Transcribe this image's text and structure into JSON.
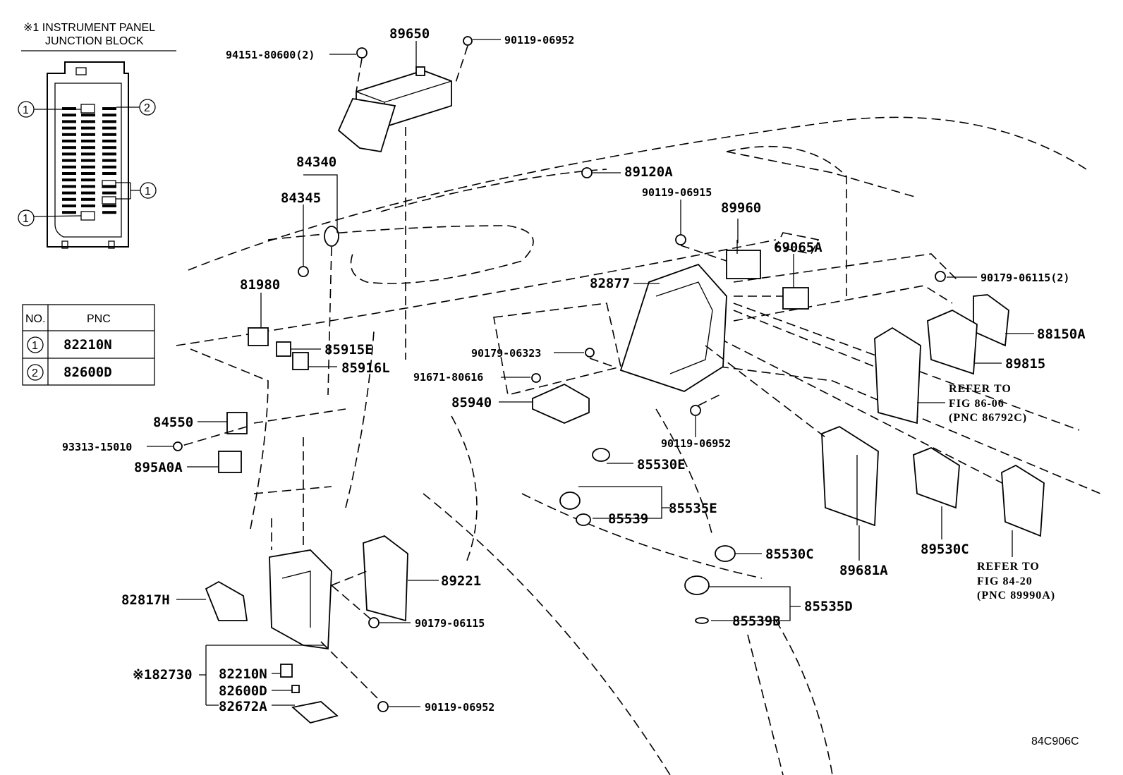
{
  "junction_block": {
    "title_line1": "※1 INSTRUMENT PANEL",
    "title_line2": "JUNCTION BLOCK",
    "callout_1": "1",
    "callout_2": "2"
  },
  "pnc_table": {
    "header_no": "NO.",
    "header_pnc": "PNC",
    "rows": [
      {
        "no": "1",
        "pnc": "82210N"
      },
      {
        "no": "2",
        "pnc": "82600D"
      }
    ]
  },
  "labels": {
    "p89650": "89650",
    "p90119_06952_a": "90119-06952",
    "p94151": "94151-80600(2)",
    "p84340": "84340",
    "p84345": "84345",
    "p89120A": "89120A",
    "p90119_06915": "90119-06915",
    "p89960": "89960",
    "p69065A": "69065A",
    "p81980": "81980",
    "p82877": "82877",
    "p90179_06115_2": "90179-06115(2)",
    "p88150A": "88150A",
    "p89815": "89815",
    "p85915E": "85915E",
    "p85916L": "85916L",
    "p90179_06323": "90179-06323",
    "p91671": "91671-80616",
    "p85940": "85940",
    "p84550": "84550",
    "p93313": "93313-15010",
    "p895A0A": "895A0A",
    "p90119_06952_b": "90119-06952",
    "p85530E": "85530E",
    "p85535E": "85535E",
    "p85539": "85539",
    "p85530C": "85530C",
    "p85535D": "85535D",
    "p85539B": "85539B",
    "p89221": "89221",
    "p82817H": "82817H",
    "p90179_06115": "90179-06115",
    "p82730": "※182730",
    "p82210N": "82210N",
    "p82600D": "82600D",
    "p82672A": "82672A",
    "p90119_06952_c": "90119-06952",
    "p89681A": "89681A",
    "p89530C": "89530C",
    "refer1_l1": "REFER TO",
    "refer1_l2": "FIG 86-06",
    "refer1_l3": "(PNC 86792C)",
    "refer2_l1": "REFER TO",
    "refer2_l2": "FIG 84-20",
    "refer2_l3": "(PNC 89990A)",
    "figure_code": "84C906C"
  }
}
